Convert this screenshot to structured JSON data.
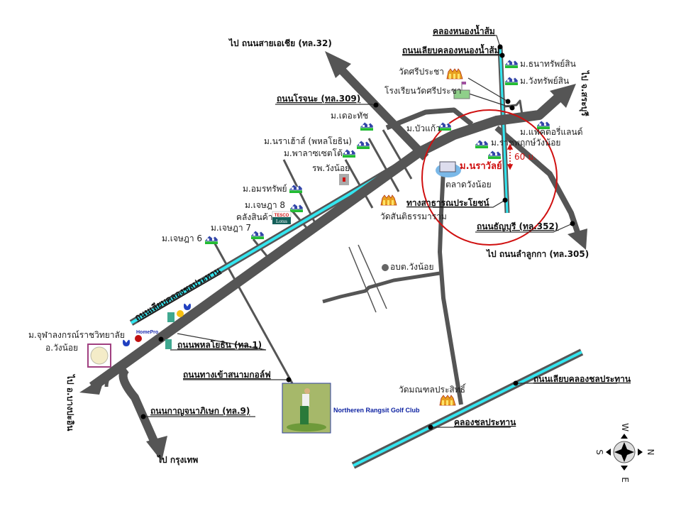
{
  "directions": {
    "asia_highway": "ไป ถนนสายเอเชีย (ทล.32)",
    "saraburi": "ไป จ.สระบุรี",
    "lam_luk_ka": "ไป ถนนลำลูกกา (ทล.305)",
    "bangkok": "ไป กรุงเทพ",
    "bang_pa_in": "ไป อ.บางปะอิน"
  },
  "roads": {
    "rojana": "ถนนโรจนะ (ทล.309)",
    "thanyaburi": "ถนนธัญบุรี (ทล.352)",
    "phahonyothin": "ถนนพหลโยธิน (ทล.1)",
    "golf_road": "ถนนทางเข้าสนามกอล์ฟ",
    "kanchanaphisek": "ถนนกาญจนาภิเษก (ทล.9)",
    "canal_side_road_north": "ถนนเลียบคลองหนองน้ำส้ม",
    "canal_side_road_chon": "ถนนเลียบคลองชลประทาน",
    "canal_side_road_chon_2": "ถนนเลียบคลองชลประทาน",
    "public_way": "ทางสาธารณประโยชน์"
  },
  "canals": {
    "nong_nam_som": "คลองหนองน้ำส้ม",
    "chon_prathan": "คลองชลประทาน"
  },
  "places": {
    "wat_sri_pracha": "วัดศรีประชา",
    "school_sri_pracha": "โรงเรียนวัดศรีประชา",
    "thana_sap_sin": "ม.ธนาทรัพย์สิน",
    "wang_sap_sin": "ม.วังทรัพย์สิน",
    "bua_kaew": "ม.บัวแก้ว",
    "family_land": "ม.แฟคตอรี่แลนด์",
    "ratchaphruek": "ม.ราชพฤกษ์วังน้อย",
    "narawan": "ม.นราวัลย์",
    "distance": "60 ม.",
    "market": "ตลาดวังน้อย",
    "wat_santi": "วัดสันติธรรมาราม",
    "obt": "อบต.วังน้อย",
    "wat_mongkhon": "วัดมณฑลประสิทธิ์",
    "the_touch": "ม.เดอะทัช",
    "nara_house": "ม.นราเฮ้าส์ (พหลโยธิน)",
    "palazzo": "ม.พาลาซเซตโต้",
    "hospital": "รพ.วังน้อย",
    "amorn": "ม.อมรทรัพย์",
    "jetsada8": "ม.เจษฎา 8",
    "warehouse": "คลังสินค้า",
    "jetsada7": "ม.เจษฎา 7",
    "jetsada6": "ม.เจษฎา 6",
    "chula_1": "ม.จุฬาลงกรณ์ราชวิทยาลัย",
    "chula_2": "อ.วังน้อย",
    "golf_club": "Northeren Rangsit Golf Club"
  },
  "logos": {
    "tesco_top": "TESCO",
    "tesco_bottom": "Lotus",
    "homepro": "HomePro"
  },
  "compass": {
    "n": "N",
    "s": "S",
    "e": "E",
    "w": "W"
  },
  "colors": {
    "road": "#555555",
    "canal": "#33e6f0",
    "circle": "#d01010",
    "house_green": "#22bb33"
  }
}
